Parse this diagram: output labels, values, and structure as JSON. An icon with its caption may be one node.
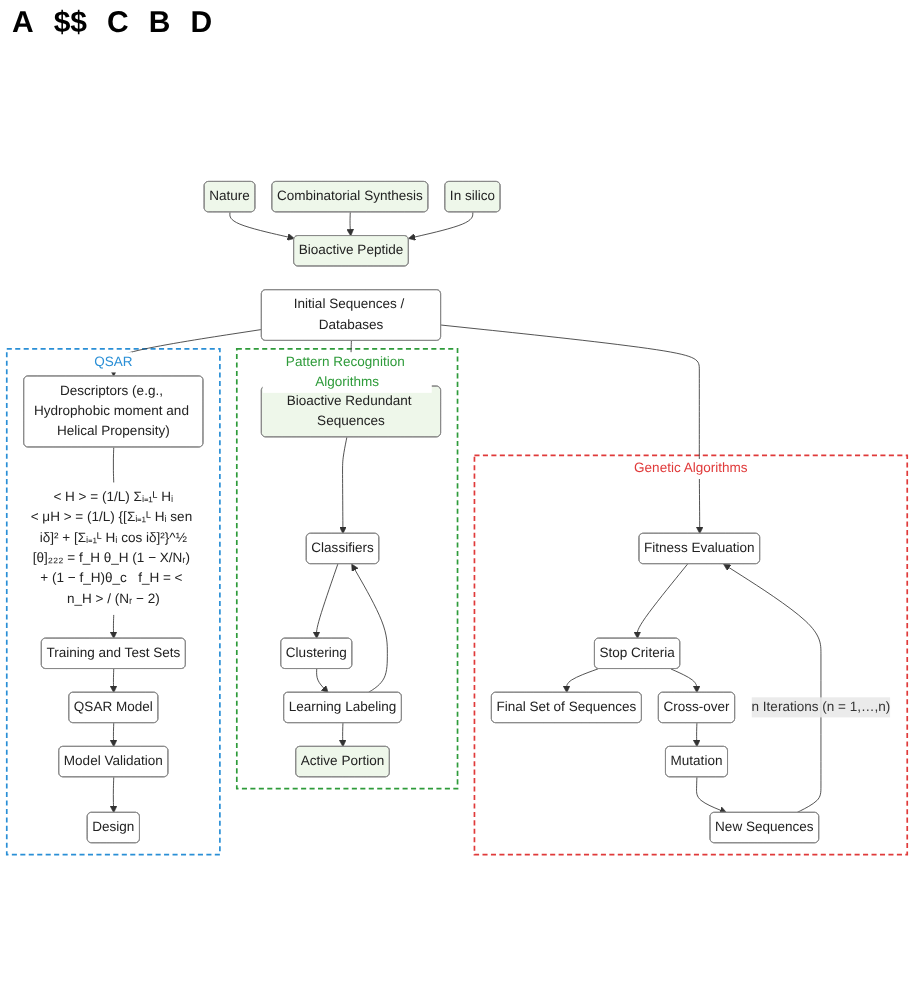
{
  "diagram": {
    "nodes": [
      {
        "text": [
          "Nature"
        ]
      },
      {
        "text": [
          "Combinatorial Synthesis"
        ]
      },
      {
        "text": [
          "In silico"
        ]
      },
      {
        "text": [
          "Bioactive Peptide"
        ]
      },
      {
        "text": [
          "Pattern Recognition Algorithms"
        ]
      },
      {
        "text": [
          "Bioactive Redundant Sequences"
        ],
        "in": 4
      },
      {
        "text": [
          "Active Portion"
        ],
        "in": 4
      },
      {
        "text": [
          "Classifiers"
        ],
        "in": 4
      },
      {
        "text": [
          "Clustering"
        ],
        "in": 4
      },
      {
        "text": [
          "Learning Labeling"
        ],
        "in": 4
      },
      {
        "text": [
          "Initial Sequences / Databases"
        ]
      },
      {
        "text": [
          "Genetic Algorithms"
        ]
      },
      {
        "text": [
          "Fitness Evaluation"
        ],
        "in": 11
      },
      {
        "text": [
          "Stop Criteria"
        ],
        "in": 11
      },
      {
        "text": [
          "Final Set of Sequences"
        ],
        "in": 11
      },
      {
        "text": [
          "Cross-over"
        ],
        "in": 11
      },
      {
        "text": [
          "Mutation"
        ],
        "in": 11
      },
      {
        "text": [
          "New Sequences"
        ],
        "in": 11
      },
      {
        "text": [
          "QSAR"
        ]
      },
      {
        "text": [
          "Descriptors (e.g., Hydrophobic moment and Helical Propensity)"
        ],
        "in": 18
      },
      {
        "text": [
          "< H > = (1/L) Σᵢ₌₁ᴸ Hᵢ",
          "< μH > = (1/L) {[Σᵢ₌₁ᴸ Hᵢ sen iδ]² + [Σᵢ₌₁ᴸ Hᵢ cos iδ]²}^½",
          "[θ]₂₂₂ = f_H θ_H (1 − X/Nᵣ) + (1 − f_H)θ_c   f_H = < n_H > / (Nᵣ − 2)"
        ],
        "in": 18
      },
      {
        "text": [
          "Training and Test Sets"
        ],
        "in": 18
      },
      {
        "text": [
          "QSAR Model"
        ],
        "in": 18
      },
      {
        "text": [
          "Model Validation"
        ],
        "in": 18
      },
      {
        "text": [
          "Design"
        ],
        "in": 18
      }
    ],
    "edges": [
      {
        "from": 0,
        "to": 3,
        "arrow": "to"
      },
      {
        "from": 1,
        "to": 3,
        "arrow": "to"
      },
      {
        "from": 2,
        "to": 3,
        "arrow": "to"
      },
      {
        "from": 5,
        "to": 7,
        "arrow": "to"
      },
      {
        "from": 7,
        "to": 8,
        "arrow": "to"
      },
      {
        "from": 8,
        "to": 9,
        "arrow": "to"
      },
      {
        "from": 9,
        "to": 7,
        "arrow": "to"
      },
      {
        "from": 9,
        "to": 6,
        "arrow": "to"
      },
      {
        "from": 10,
        "to": 5,
        "arrow": "to"
      },
      {
        "from": 10,
        "to": 12,
        "arrow": "to"
      },
      {
        "from": 12,
        "to": 13,
        "arrow": "to"
      },
      {
        "from": 13,
        "to": 14,
        "arrow": "to"
      },
      {
        "from": 13,
        "to": 15,
        "arrow": "to"
      },
      {
        "from": 15,
        "to": 16,
        "arrow": "to"
      },
      {
        "from": 16,
        "to": 17,
        "arrow": "to"
      },
      {
        "from": 17,
        "to": 12,
        "arrow": "to",
        "label": "n Iterations (n = 1,…,n)"
      },
      {
        "from": 10,
        "to": 19,
        "arrow": "to"
      },
      {
        "from": 19,
        "to": 20,
        "arrow": "none"
      },
      {
        "from": 20,
        "to": 21,
        "arrow": "to"
      },
      {
        "from": 21,
        "to": 22,
        "arrow": "to"
      },
      {
        "from": 22,
        "to": 23,
        "arrow": "to"
      },
      {
        "from": 23,
        "to": 24,
        "arrow": "to"
      }
    ],
    "labels": [
      "A",
      "$$",
      "C",
      "B",
      "D"
    ]
  }
}
